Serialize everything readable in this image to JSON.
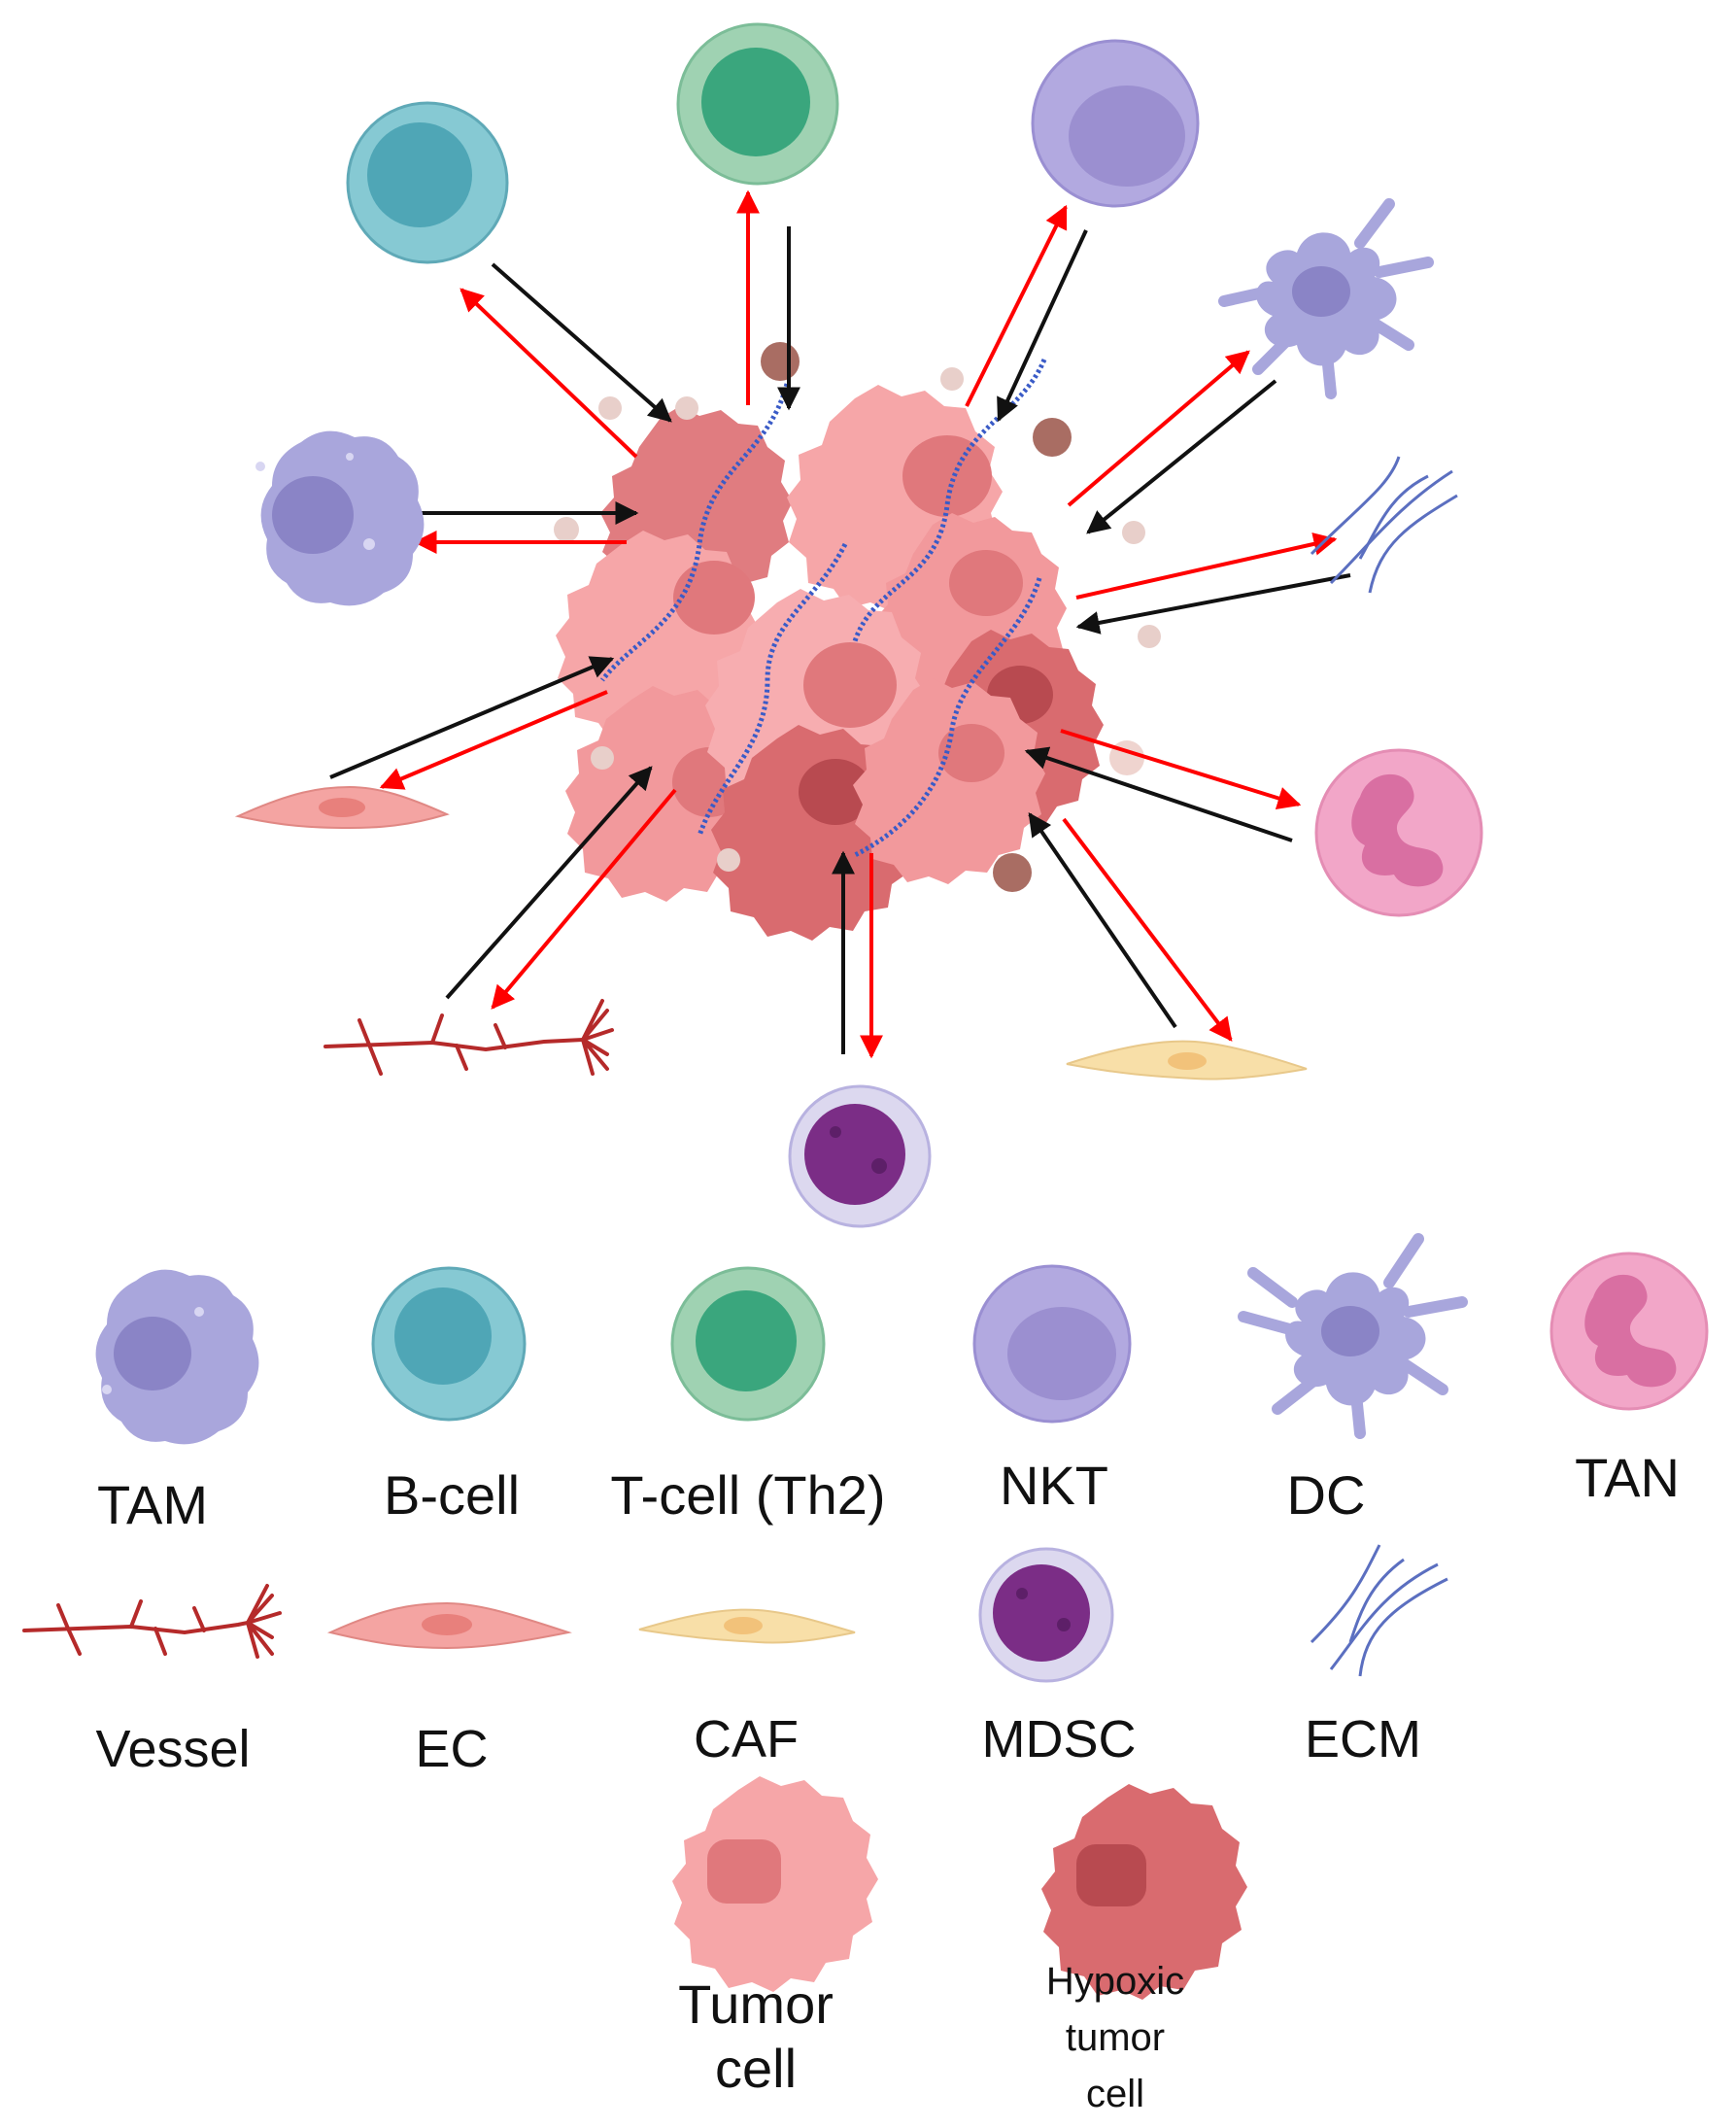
{
  "legend": {
    "tam": "TAM",
    "b_cell": "B-cell",
    "t_cell": "T-cell (Th2)",
    "nkt": "NKT",
    "dc": "DC",
    "tan": "TAN",
    "vessel": "Vessel",
    "ec": "EC",
    "caf": "CAF",
    "mdsc": "MDSC",
    "ecm": "ECM",
    "tumor_cell": [
      "Tumor",
      "cell"
    ],
    "hypoxic_tumor_cell": [
      "Hypoxic",
      "tumor",
      "cell"
    ]
  },
  "colors": {
    "arrow_to_tumor": "#111111",
    "arrow_from_tumor": "#ff0000",
    "tam": "#a9a6dc",
    "b_cell": "#86c9d3",
    "t_cell": "#9fd2b2",
    "nkt": "#b2a9e0",
    "dc": "#a8a6dc",
    "tan": "#f2a6c8",
    "vessel": "#b52a2a",
    "ec": "#f4a4a2",
    "caf": "#f8dfa8",
    "mdsc": "#7b2d86",
    "ecm": "#5b6fc0",
    "tumor_cell": "#f6a6a8",
    "hypoxic_tumor_cell": "#d96b6f"
  }
}
